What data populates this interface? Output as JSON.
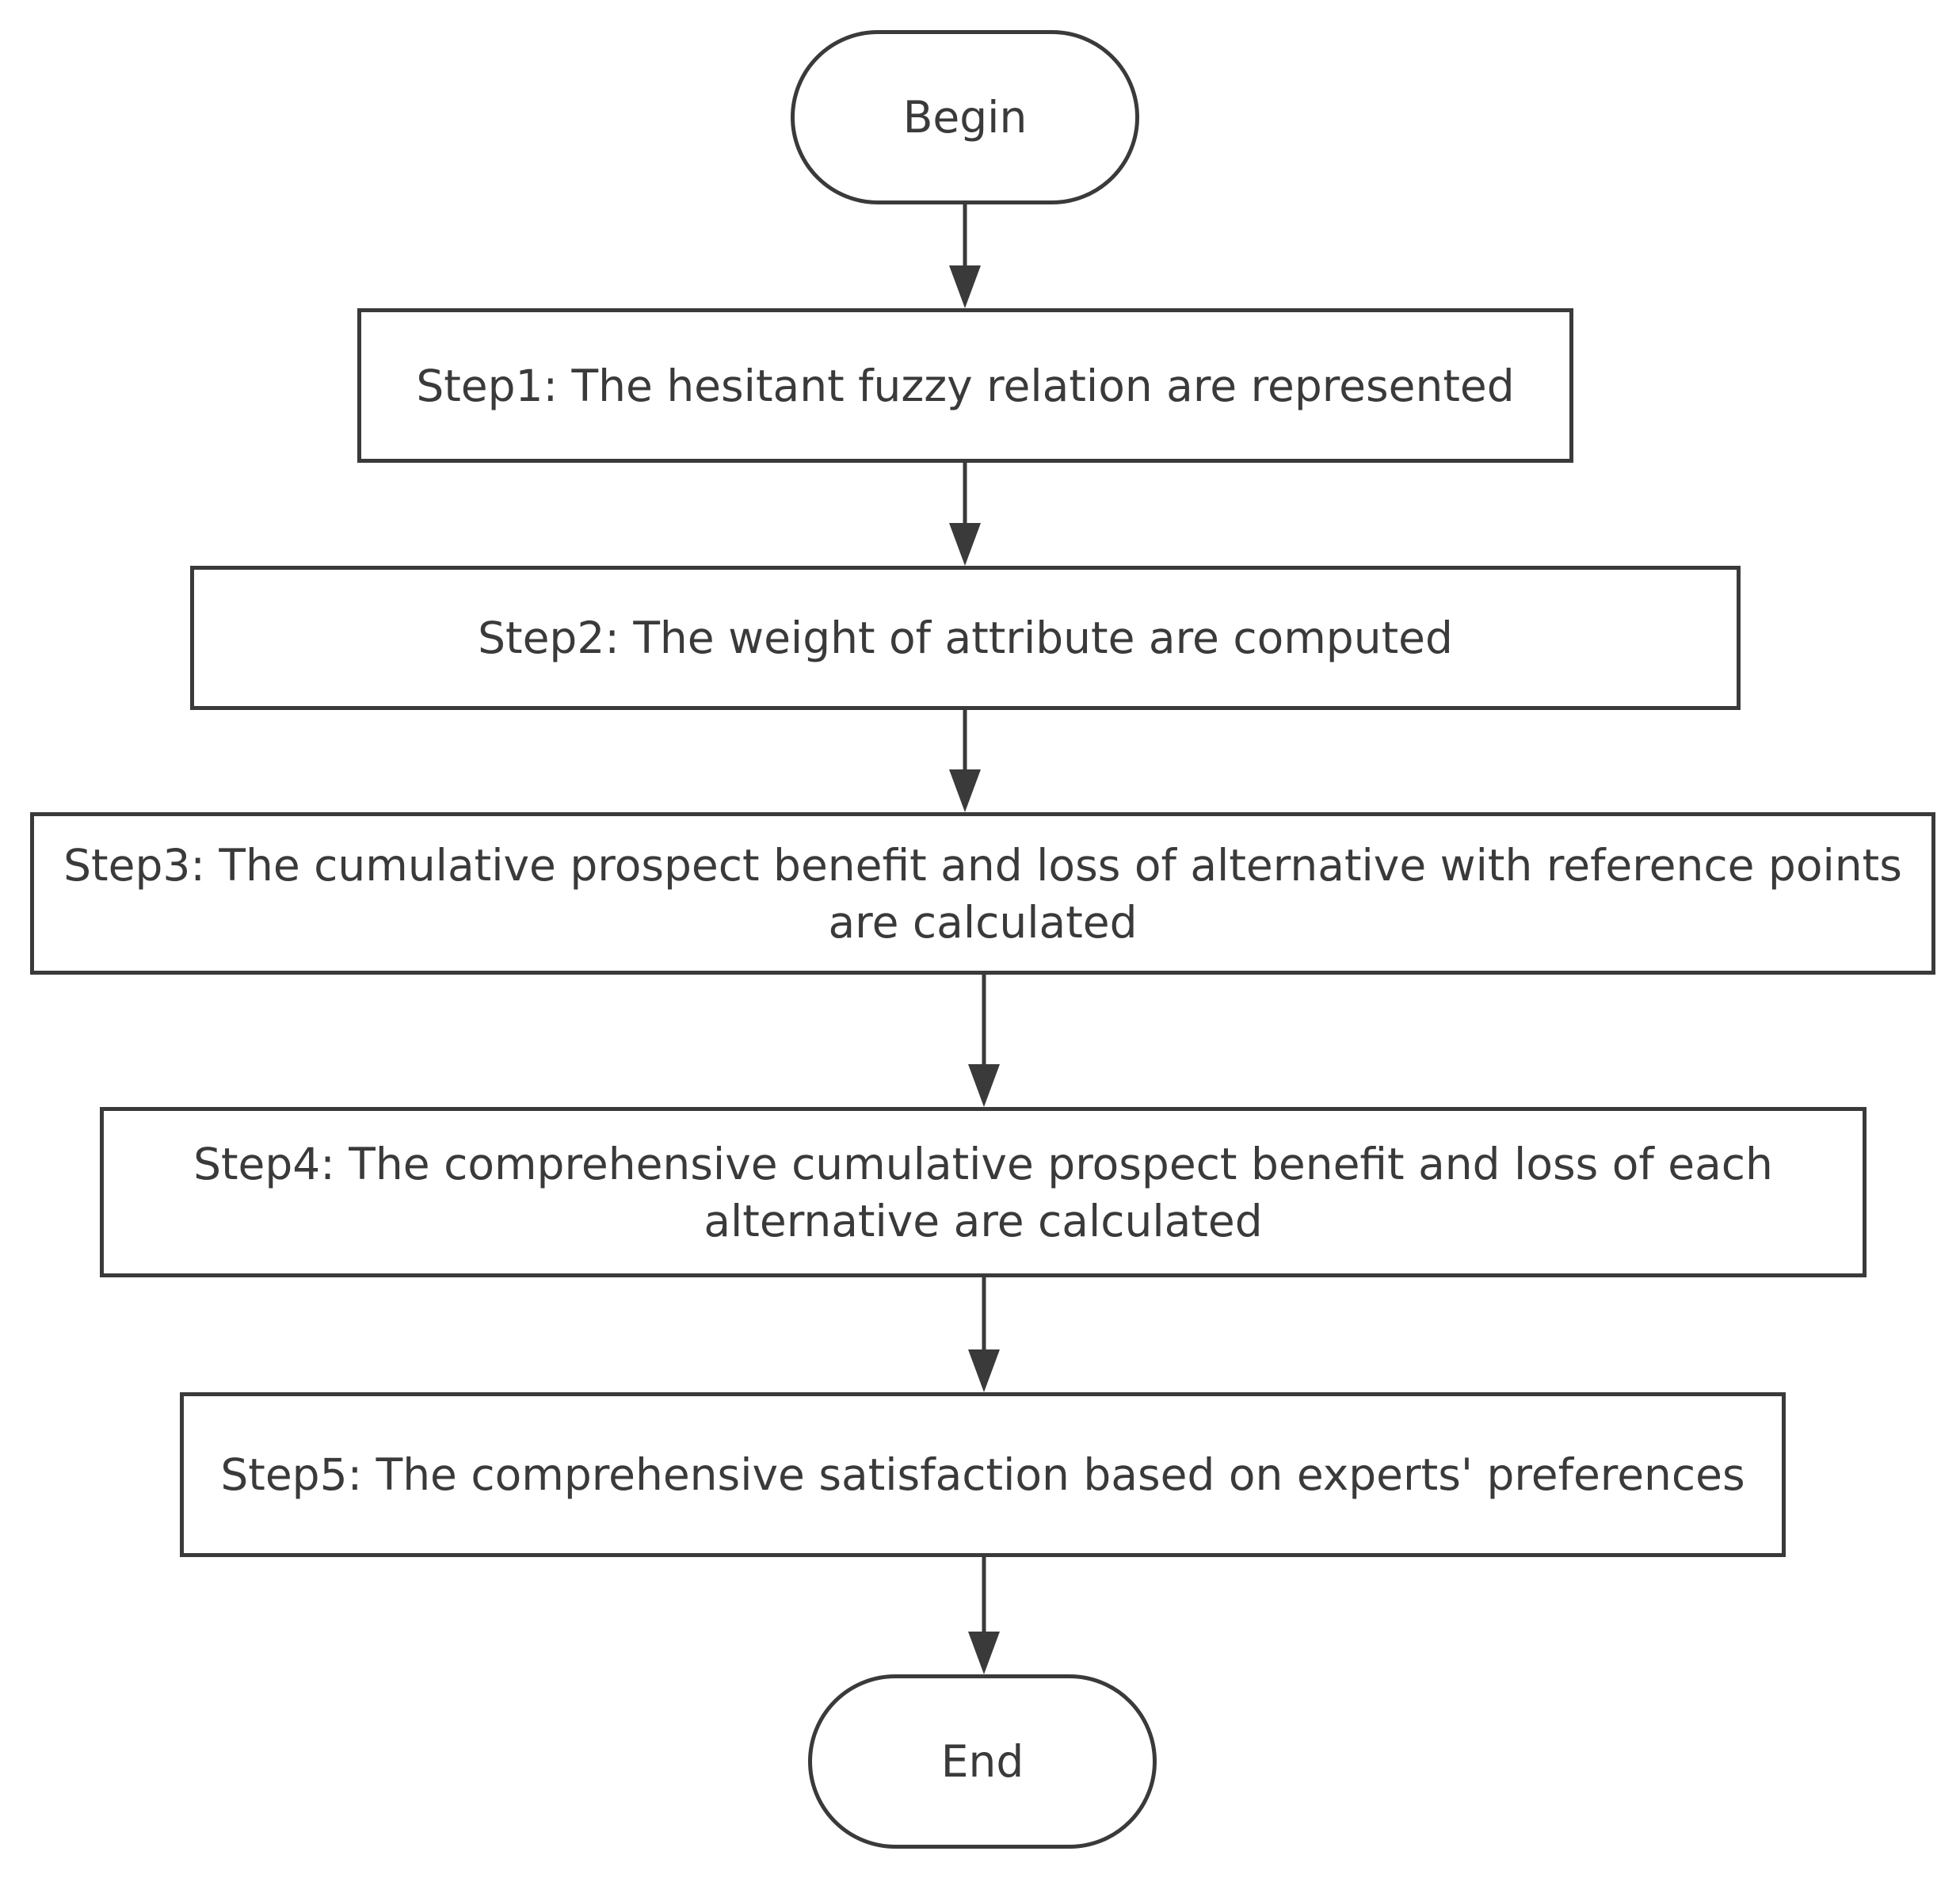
{
  "flowchart": {
    "begin": "Begin",
    "step1": "Step1: The hesitant fuzzy relation  are represented",
    "step2": "Step2: The weight of attribute are computed",
    "step3": "Step3: The cumulative prospect benefit and loss of alternative  with reference points\nare calculated",
    "step4": "Step4: The comprehensive cumulative prospect benefit and loss of each\nalternative are calculated",
    "step5": "Step5: The comprehensive satisfaction  based on experts' preferences",
    "end": "End"
  },
  "colors": {
    "stroke": "#3a3a3a",
    "background": "#ffffff"
  }
}
